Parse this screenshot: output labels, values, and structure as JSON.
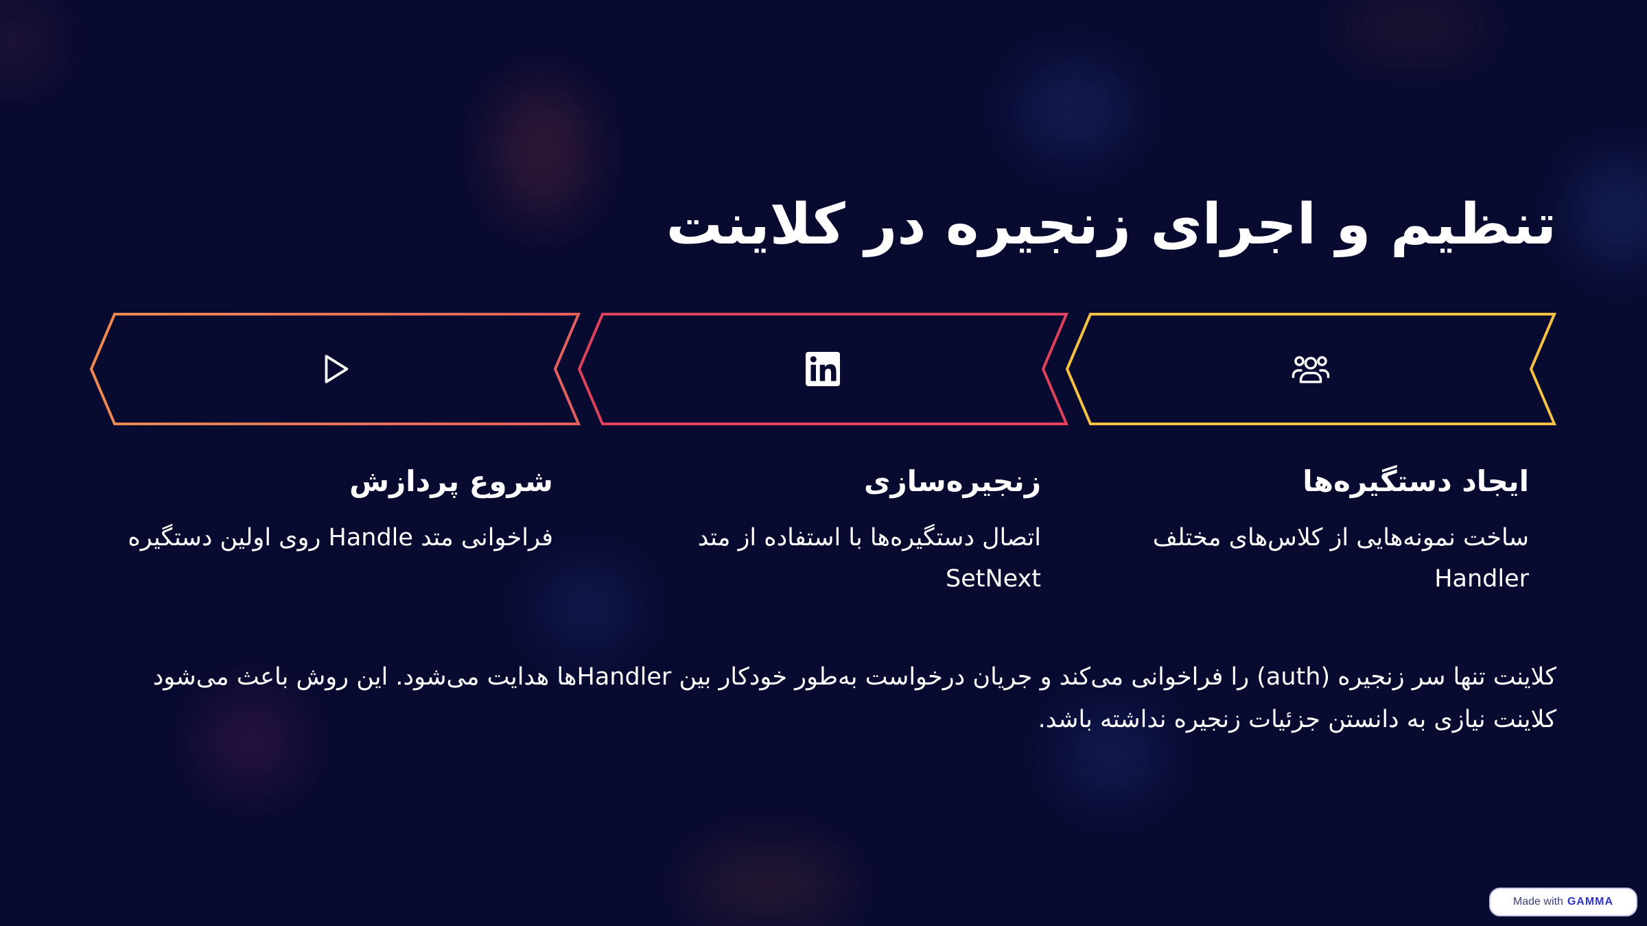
{
  "slide": {
    "title": "تنظیم و اجرای زنجیره در کلاینت",
    "steps": [
      {
        "title": "ایجاد دستگیره‌ها",
        "description": "ساخت نمونه‌هایی از کلاس‌های مختلف Handler",
        "icon": "users-icon",
        "color": "#f5c243"
      },
      {
        "title": "زنجیره‌سازی",
        "description": "اتصال دستگیره‌ها با استفاده از متد SetNext",
        "icon": "linkedin-icon",
        "color": "#e0415c"
      },
      {
        "title": "شروع پردازش",
        "description": "فراخوانی متد Handle روی اولین دستگیره",
        "icon": "play-icon",
        "color": "#ef7e58"
      }
    ],
    "summary": "کلاینت تنها سر زنجیره (auth) را فراخوانی می‌کند و جریان درخواست به‌طور خودکار بین Handlerها هدایت می‌شود. این روش باعث می‌شود کلاینت نیازی به دانستن جزئیات زنجیره نداشته باشد."
  },
  "badge": {
    "prefix": "Made with",
    "brand": "GAMMA"
  },
  "colors": {
    "background": "#080a30",
    "text": "#ffffff"
  }
}
